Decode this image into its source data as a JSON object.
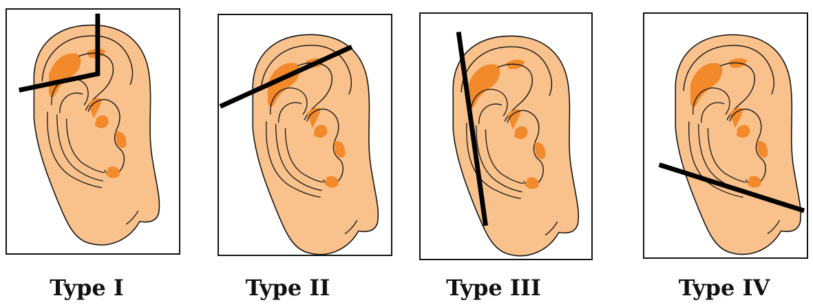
{
  "colors": {
    "skin": "#f9c18b",
    "shadow": "#f2892a",
    "outline": "#111111",
    "cut_line": "#000000"
  },
  "panels": [
    {
      "label": "Type I"
    },
    {
      "label": "Type II"
    },
    {
      "label": "Type III"
    },
    {
      "label": "Type IV"
    }
  ]
}
